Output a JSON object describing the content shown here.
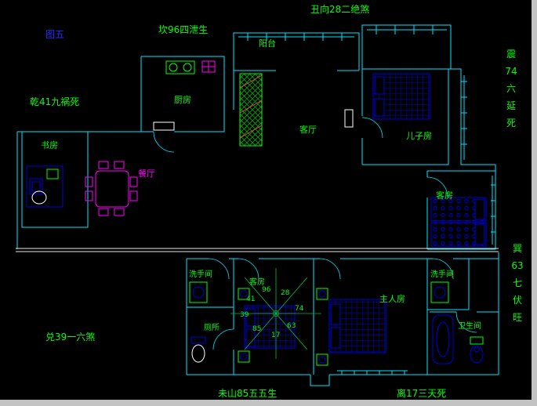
{
  "figure": {
    "label": "图五"
  },
  "annotations": {
    "top": "丑向28二绝煞",
    "kan": "坎96四泄生",
    "qian": "乾41九祸死",
    "dui": "兑39一六煞",
    "weishan": "未山85五五生",
    "li": "离17三天死",
    "zhen_lines": [
      "震",
      "74",
      "六",
      "延",
      "死"
    ],
    "xun_lines": [
      "巽",
      "63",
      "七",
      "伏",
      "旺"
    ]
  },
  "rooms": {
    "balcony": "阳台",
    "kitchen": "厨房",
    "living": "客厅",
    "son_room": "儿子房",
    "study": "书房",
    "dining": "餐厅",
    "guest_room_upper": "客房",
    "guest_room_lower": "客房",
    "washroom_left": "洗手间",
    "washroom_right": "洗手间",
    "toilet": "厕所",
    "master": "主人房",
    "bathroom": "卫生间"
  },
  "compass": {
    "numbers": {
      "n": "96",
      "nne": "28",
      "e": "74",
      "se": "63",
      "s": "17",
      "ssw": "85",
      "w": "39",
      "nw": "41"
    }
  },
  "colors": {
    "background": "#000000",
    "wall_cyan": "#00e6ff",
    "text_green": "#00ff00",
    "furniture_blue": "#0000dd",
    "dining_magenta": "#ff00ff",
    "mid_wall_white": "#e8e8e8"
  }
}
